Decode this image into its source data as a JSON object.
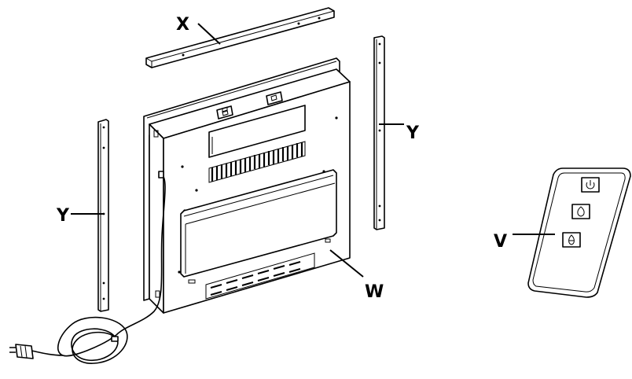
{
  "parts": {
    "top_bracket": {
      "label": "X"
    },
    "right_rail": {
      "label": "Y"
    },
    "left_rail": {
      "label": "Y"
    },
    "heater_unit": {
      "label": "W"
    },
    "remote_control": {
      "label": "V",
      "buttons": [
        "power-icon",
        "flame-icon",
        "heat-icon"
      ]
    }
  }
}
